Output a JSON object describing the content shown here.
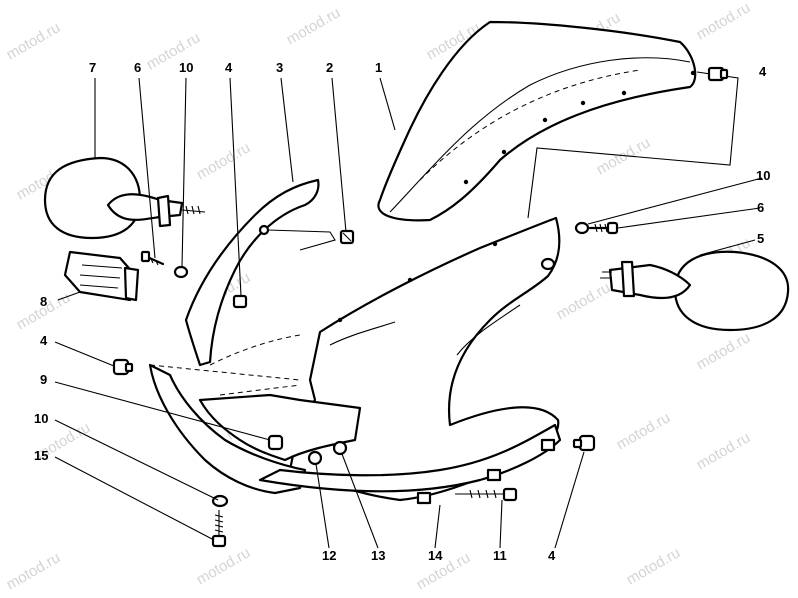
{
  "diagram": {
    "watermark": "motod.ru",
    "callouts": [
      "1",
      "2",
      "3",
      "4",
      "5",
      "6",
      "7",
      "8",
      "9",
      "10",
      "11",
      "12",
      "13",
      "14",
      "15"
    ]
  }
}
